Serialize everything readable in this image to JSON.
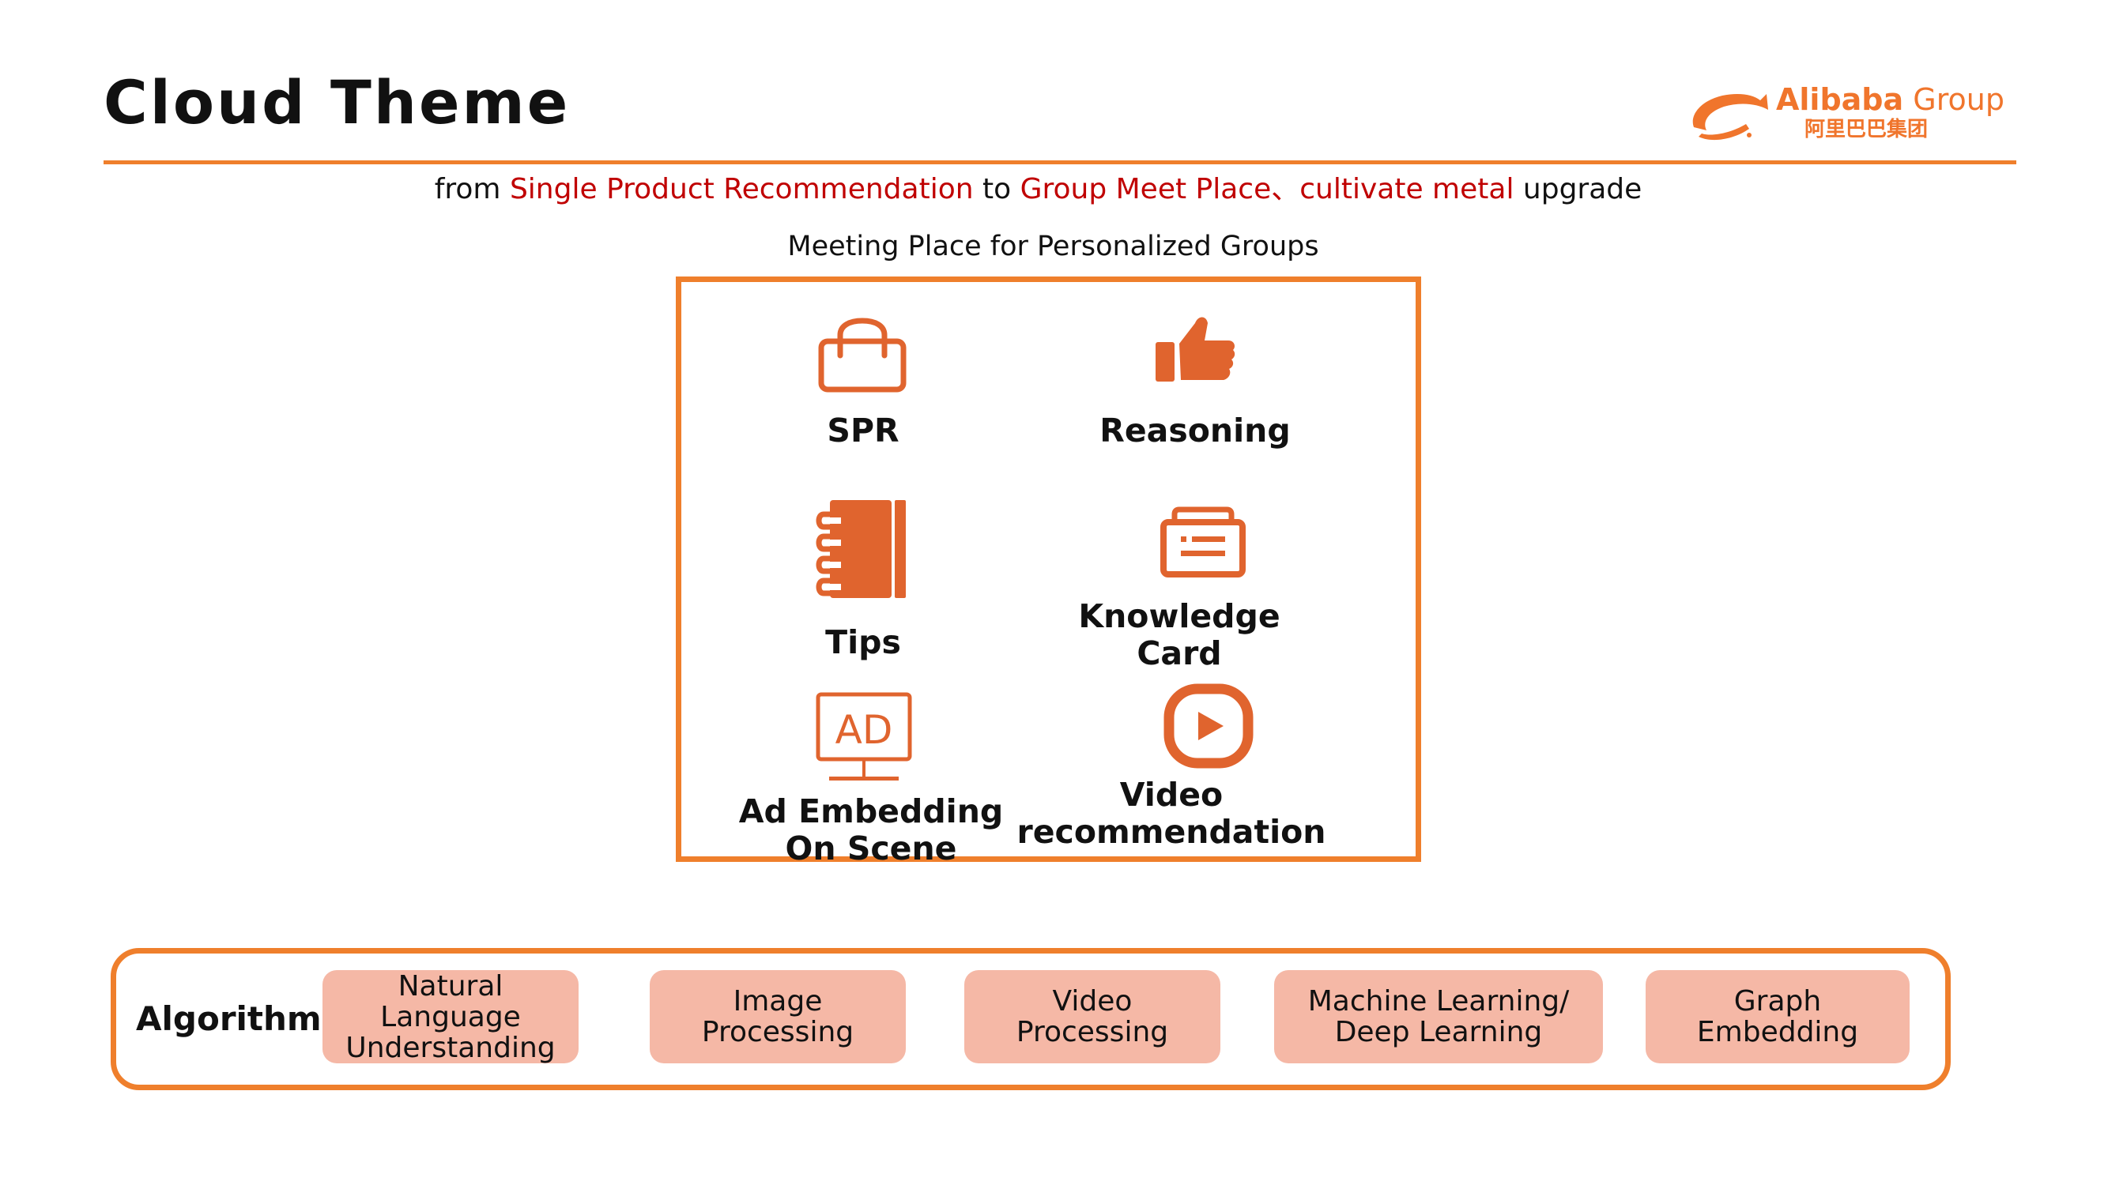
{
  "header": {
    "title": "Cloud Theme",
    "logo": {
      "brand": "Alibaba",
      "suffix": "Group",
      "chinese": "阿里巴巴集团",
      "icon": "alibaba-logo-mark"
    }
  },
  "subtitle": {
    "part1": "from ",
    "highlight1": "Single Product Recommendation",
    "part2": " to ",
    "highlight2": "Group Meet Place、cultivate metal",
    "part3": " upgrade"
  },
  "features_section": {
    "caption": "Meeting Place for Personalized Groups",
    "items": [
      {
        "label": "SPR",
        "icon": "shopping-bag-icon"
      },
      {
        "label": "Reasoning",
        "icon": "thumbs-up-icon"
      },
      {
        "label": "Tips",
        "icon": "notebook-icon"
      },
      {
        "label_line1": "Knowledge",
        "label_line2": "Card",
        "icon": "id-card-icon"
      },
      {
        "label_line1": "Ad Embedding",
        "label_line2": "On Scene",
        "icon": "ad-monitor-icon"
      },
      {
        "label_line1": "Video",
        "label_line2": "recommendation",
        "icon": "play-button-icon"
      }
    ]
  },
  "algorithm": {
    "label": "Algorithm",
    "items": [
      "Natural\nLanguage\nUnderstanding",
      "Image\nProcessing",
      "Video\nProcessing",
      "Machine Learning/\nDeep Learning",
      "Graph\nEmbedding"
    ]
  },
  "colors": {
    "accent": "#ef7f2c",
    "icon": "#e0642e",
    "highlight_text": "#c00000",
    "pill": "#f5b8a6"
  }
}
